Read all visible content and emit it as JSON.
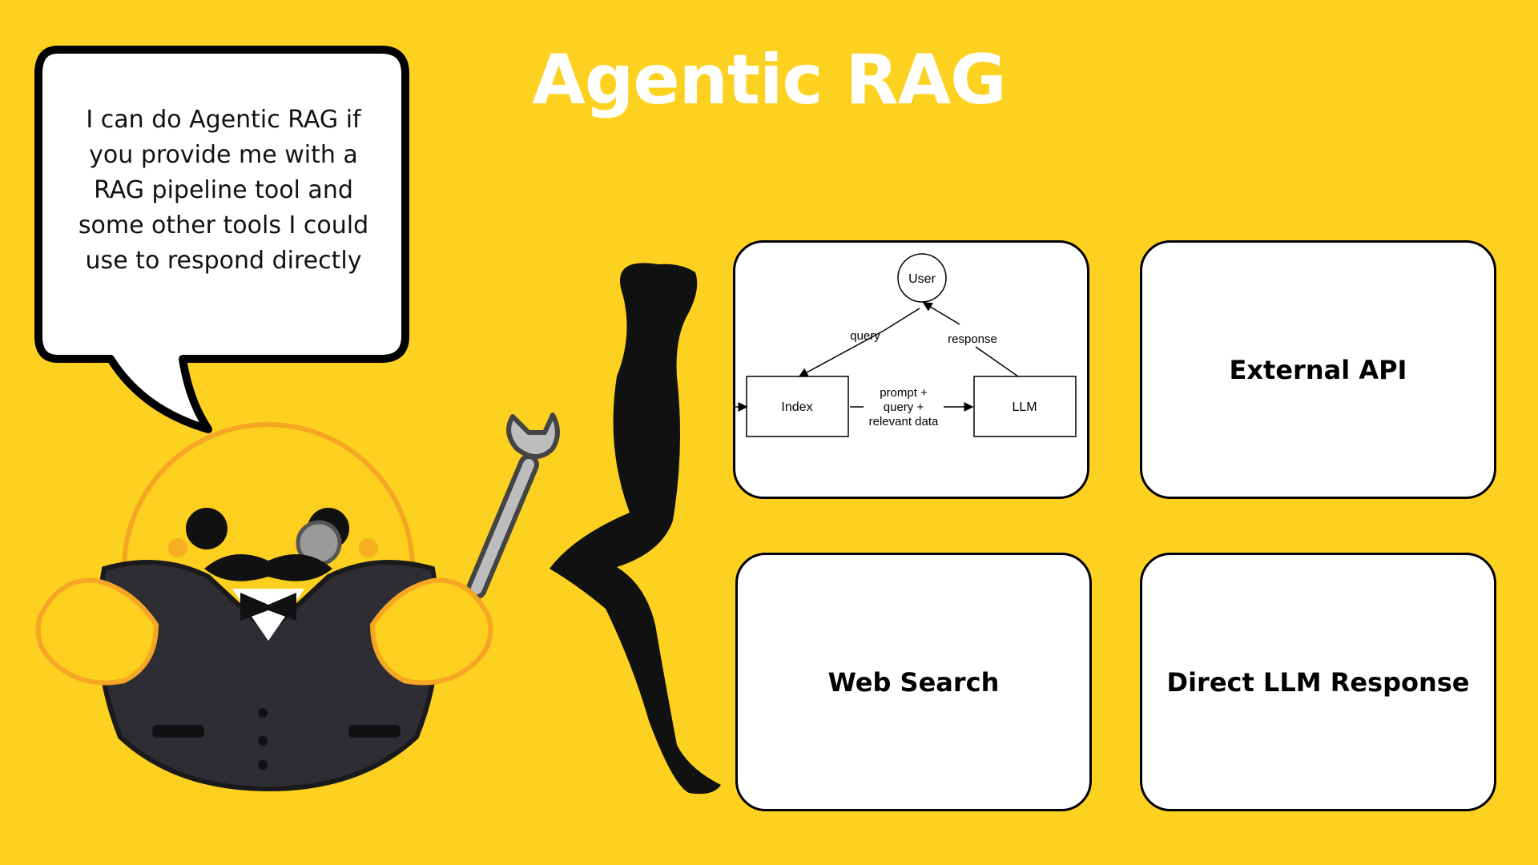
{
  "slide": {
    "title": "Agentic RAG",
    "speech_bubble": {
      "lines": [
        "I can do Agentic RAG if",
        "you provide me with a",
        "RAG pipeline tool and",
        "some other tools I could",
        "use to respond directly"
      ]
    },
    "tools": {
      "rag_pipeline": {
        "nodes": {
          "user": "User",
          "index": "Index",
          "llm": "LLM"
        },
        "edges": {
          "query": "query",
          "response": "response",
          "prompt_lines": [
            "prompt +",
            "query +",
            "relevant data"
          ]
        }
      },
      "external_api": "External API",
      "web_search": "Web Search",
      "direct_llm_response": "Direct LLM Response"
    }
  },
  "colors": {
    "background": "#FDD11F",
    "card_fill": "#FFFFFF",
    "outline": "#000000",
    "title_text": "#FFFFFF",
    "mascot_face": "#FDCF1E",
    "mascot_suit": "#2E2D33"
  },
  "icons": {
    "mascot": "llama-butler-mascot",
    "wrench": "wrench-icon",
    "brace": "curly-brace-icon"
  }
}
